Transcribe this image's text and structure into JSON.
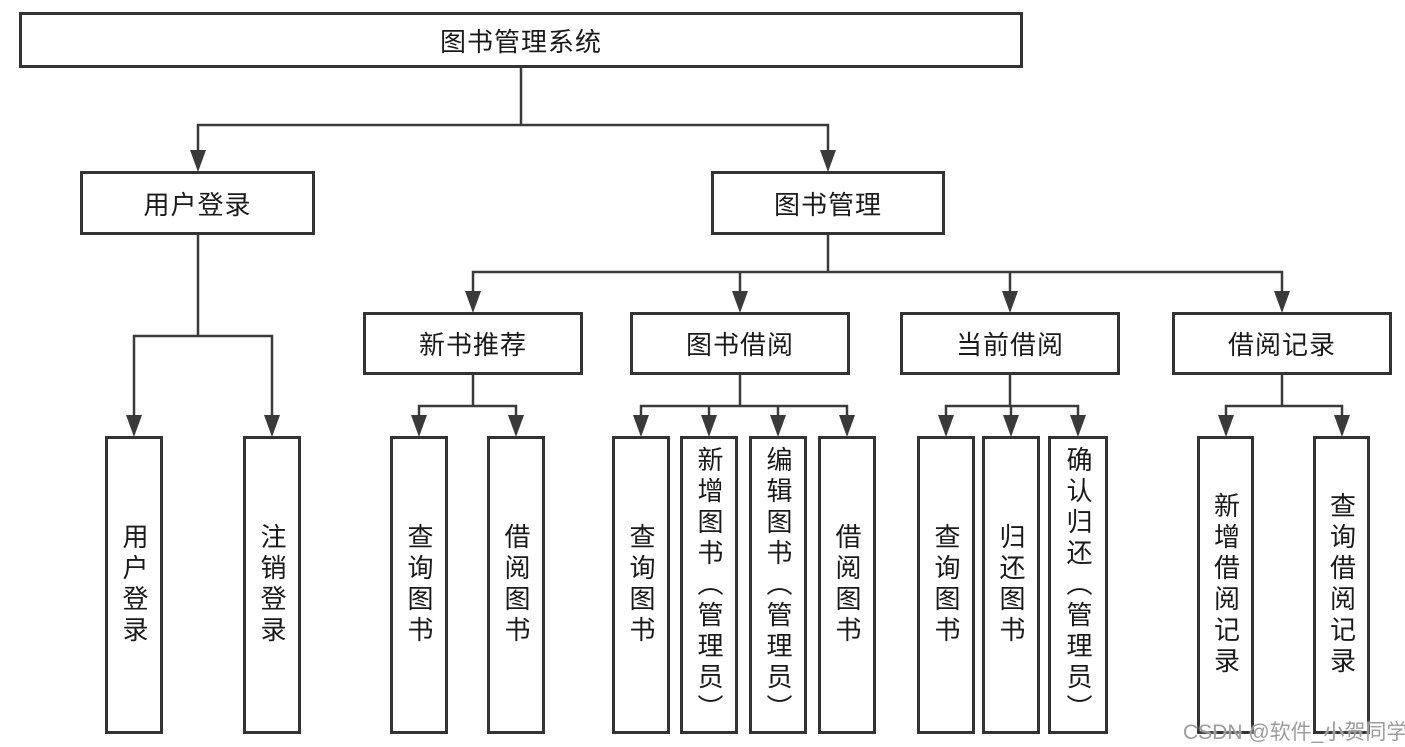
{
  "diagram_title": "图书管理系统",
  "nodes": {
    "root": "图书管理系统",
    "user_login": "用户登录",
    "book_mgmt": "图书管理",
    "new_book_rec": "新书推荐",
    "book_borrow": "图书借阅",
    "current_borrow": "当前借阅",
    "borrow_records": "借阅记录",
    "leaf_user_login": "用户登录",
    "leaf_logout": "注销登录",
    "leaf_nb_query": "查询图书",
    "leaf_nb_borrow": "借阅图书",
    "leaf_bb_query": "查询图书",
    "leaf_bb_add": "新增图书（管理员）",
    "leaf_bb_edit": "编辑图书（管理员）",
    "leaf_bb_borrow": "借阅图书",
    "leaf_cb_query": "查询图书",
    "leaf_cb_return": "归还图书",
    "leaf_cb_confirm": "确认归还（管理员）",
    "leaf_br_add": "新增借阅记录",
    "leaf_br_query": "查询借阅记录"
  },
  "hierarchy": {
    "图书管理系统": [
      "用户登录",
      "图书管理"
    ],
    "用户登录": [
      "用户登录",
      "注销登录"
    ],
    "图书管理": [
      "新书推荐",
      "图书借阅",
      "当前借阅",
      "借阅记录"
    ],
    "新书推荐": [
      "查询图书",
      "借阅图书"
    ],
    "图书借阅": [
      "查询图书",
      "新增图书（管理员）",
      "编辑图书（管理员）",
      "借阅图书"
    ],
    "当前借阅": [
      "查询图书",
      "归还图书",
      "确认归还（管理员）"
    ],
    "借阅记录": [
      "新增借阅记录",
      "查询借阅记录"
    ]
  },
  "watermark": "CSDN @软件_小贺同学",
  "colors": {
    "line": "#3a3a3a",
    "border": "#333333",
    "text": "#1a1a1a",
    "watermark": "#9c9c9c",
    "background": "#ffffff"
  }
}
